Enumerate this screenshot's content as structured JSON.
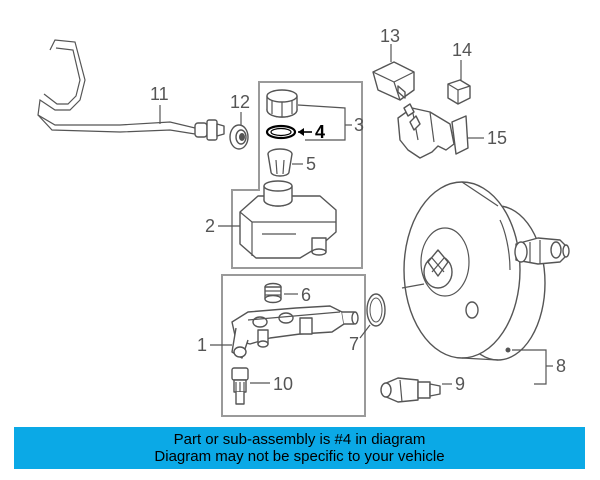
{
  "diagram": {
    "callouts": {
      "c1": "1",
      "c2": "2",
      "c3": "3",
      "c4": "4",
      "c5": "5",
      "c6": "6",
      "c7": "7",
      "c8": "8",
      "c9": "9",
      "c10": "10",
      "c11": "11",
      "c12": "12",
      "c13": "13",
      "c14": "14",
      "c15": "15"
    },
    "highlighted_part": "4"
  },
  "banner": {
    "line1": "Part or sub-assembly is #4 in diagram",
    "line2": "Diagram may not be specific to your vehicle",
    "background": "#0ba9e6"
  }
}
